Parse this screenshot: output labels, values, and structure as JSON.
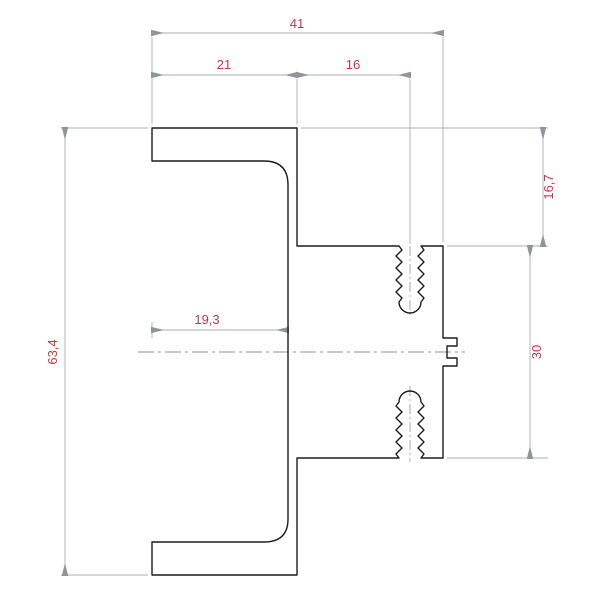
{
  "drawing": {
    "dimension_labels": {
      "overall_width": "41",
      "left_width": "21",
      "right_width": "16",
      "overall_height": "63,4",
      "upper_right_height": "16,7",
      "right_slot_height": "30",
      "inner_width": "19,3"
    },
    "colors": {
      "dimension_text": "#cc3344",
      "dimension_line": "#a9aeb4",
      "profile_line": "#1c1c1c",
      "background": "#ffffff"
    }
  }
}
